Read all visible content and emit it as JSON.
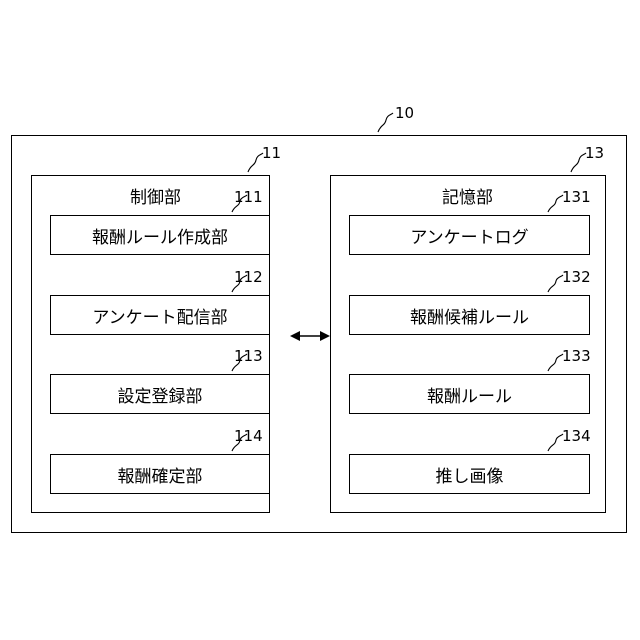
{
  "system": {
    "ref": "10"
  },
  "control_unit": {
    "ref": "11",
    "title": "制御部",
    "modules": [
      {
        "ref": "111",
        "label": "報酬ルール作成部"
      },
      {
        "ref": "112",
        "label": "アンケート配信部"
      },
      {
        "ref": "113",
        "label": "設定登録部"
      },
      {
        "ref": "114",
        "label": "報酬確定部"
      }
    ]
  },
  "storage_unit": {
    "ref": "13",
    "title": "記憶部",
    "items": [
      {
        "ref": "131",
        "label": "アンケートログ"
      },
      {
        "ref": "132",
        "label": "報酬候補ルール"
      },
      {
        "ref": "133",
        "label": "報酬ルール"
      },
      {
        "ref": "134",
        "label": "推し画像"
      }
    ]
  }
}
